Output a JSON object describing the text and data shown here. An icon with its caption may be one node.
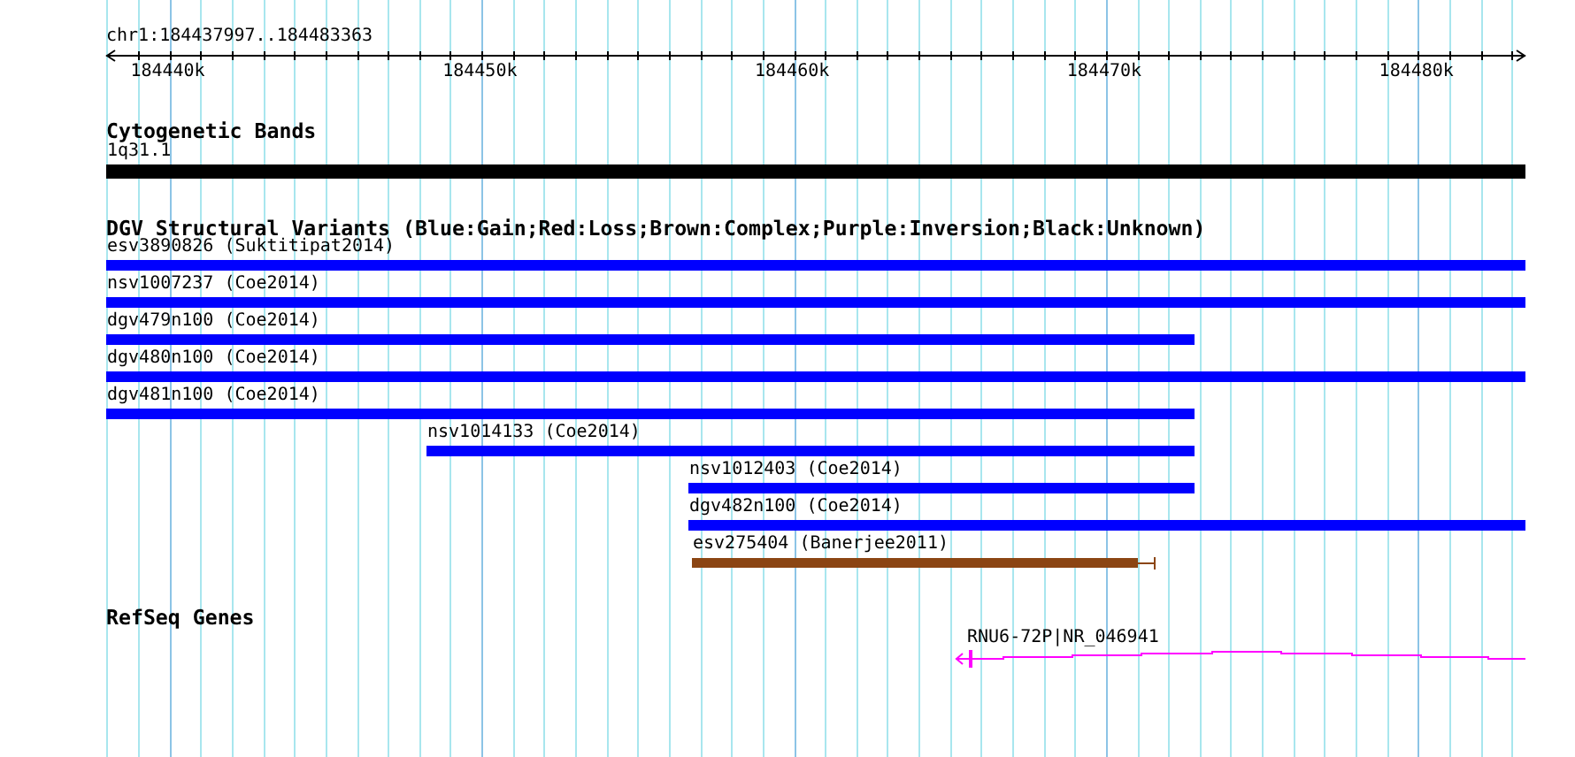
{
  "diagram": {
    "nodes": [
      {
        "text": [
          "1q31.1"
        ]
      },
      {
        "text": [
          "esv3890826 (Suktitipat2014)"
        ]
      },
      {
        "text": [
          "nsv1007237 (Coe2014)"
        ]
      },
      {
        "text": [
          "dgv479n100 (Coe2014)"
        ]
      },
      {
        "text": [
          "dgv480n100 (Coe2014)"
        ]
      },
      {
        "text": [
          "dgv481n100 (Coe2014)"
        ]
      },
      {
        "text": [
          "nsv1014133 (Coe2014)"
        ]
      },
      {
        "text": [
          "nsv1012403 (Coe2014)"
        ]
      },
      {
        "text": [
          "dgv482n100 (Coe2014)"
        ]
      },
      {
        "text": [
          "esv275404 (Banerjee2011)"
        ]
      },
      {
        "text": [
          "RNU6-72P|NR_046941"
        ]
      }
    ],
    "labels": [
      "chr1:184437997..184483363",
      "184440k",
      "184450k",
      "184460k",
      "184470k",
      "184480k",
      "Cytogenetic Bands",
      "DGV Structural Variants (Blue:Gain;Red:Loss;Brown:Complex;Purple:Inversion;Black:Unknown)",
      "RefSeq Genes"
    ]
  }
}
